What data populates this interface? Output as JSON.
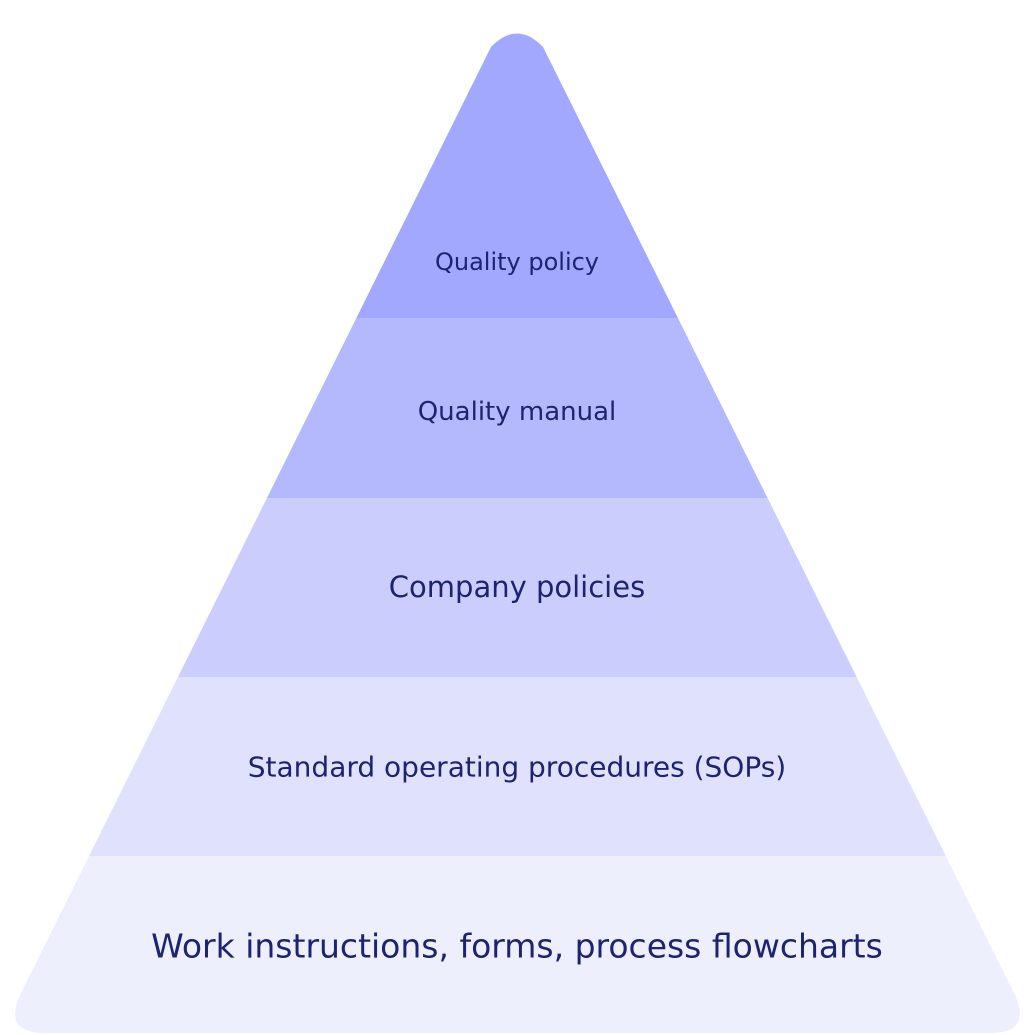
{
  "pyramid": {
    "tiers": [
      {
        "label": "Quality policy",
        "color": "#a1a8fe"
      },
      {
        "label": "Quality manual",
        "color": "#b4b9fe"
      },
      {
        "label": "Company policies",
        "color": "#cbcefd"
      },
      {
        "label": "Standard operating procedures (SOPs)",
        "color": "#dfe1fd"
      },
      {
        "label": "Work instructions, forms, process flowcharts",
        "color": "#eeeffd"
      }
    ],
    "text_color": "#1e2370",
    "background": "#ffffff"
  }
}
